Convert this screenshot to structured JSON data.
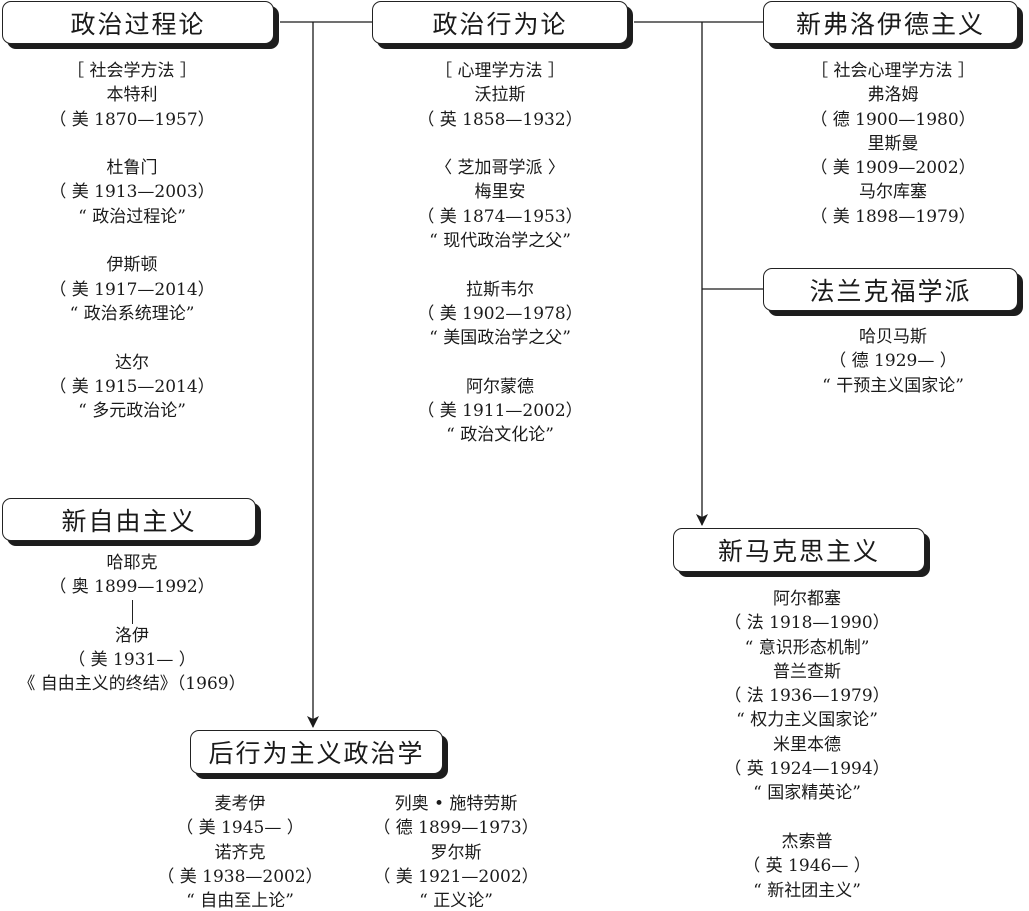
{
  "nodes": {
    "political_process": "政治过程论",
    "political_behavior": "政治行为论",
    "neo_freudian": "新弗洛伊德主义",
    "frankfurt": "法兰克福学派",
    "neo_liberalism": "新自由主义",
    "neo_marxism": "新马克思主义",
    "post_behavioral": "后行为主义政治学"
  },
  "political_process": {
    "method": "［ 社会学方法 ］",
    "people": [
      {
        "name": "本特利",
        "dates": "（ 美 1870—1957）"
      },
      {
        "name": "杜鲁门",
        "dates": "（ 美 1913—2003）",
        "work": "“ 政治过程论”"
      },
      {
        "name": "伊斯顿",
        "dates": "（ 美 1917—2014）",
        "work": "“ 政治系统理论”"
      },
      {
        "name": "达尔",
        "dates": "（ 美 1915—2014）",
        "work": "“ 多元政治论”"
      }
    ]
  },
  "political_behavior": {
    "method": "［ 心理学方法 ］",
    "people": [
      {
        "name": "沃拉斯",
        "dates": "（ 英 1858—1932）"
      },
      {
        "school": "〈 芝加哥学派 〉",
        "name": "梅里安",
        "dates": "（ 美 1874—1953）",
        "work": "“ 现代政治学之父”"
      },
      {
        "name": "拉斯韦尔",
        "dates": "（ 美 1902—1978）",
        "work": "“ 美国政治学之父”"
      },
      {
        "name": "阿尔蒙德",
        "dates": "（ 美 1911—2002）",
        "work": "“ 政治文化论”"
      }
    ]
  },
  "neo_freudian": {
    "method": "［ 社会心理学方法 ］",
    "people": [
      {
        "name": "弗洛姆",
        "dates": "（ 德 1900—1980）"
      },
      {
        "name": "里斯曼",
        "dates": "（ 美 1909—2002）"
      },
      {
        "name": "马尔库塞",
        "dates": "（ 美 1898—1979）"
      }
    ]
  },
  "frankfurt": {
    "people": [
      {
        "name": "哈贝马斯",
        "dates": "（ 德 1929— ）",
        "work": "“ 干预主义国家论”"
      }
    ]
  },
  "neo_liberalism": {
    "people": [
      {
        "name": "哈耶克",
        "dates": "（ 奥 1899—1992）"
      },
      {
        "name": "洛伊",
        "dates": "（ 美 1931— ）",
        "work": "《 自由主义的终结》（1969）"
      }
    ]
  },
  "neo_marxism": {
    "people": [
      {
        "name": "阿尔都塞",
        "dates": "（ 法 1918—1990）",
        "work": "“ 意识形态机制”"
      },
      {
        "name": "普兰查斯",
        "dates": "（ 法 1936—1979）",
        "work": "“ 权力主义国家论”"
      },
      {
        "name": "米里本德",
        "dates": "（ 英 1924—1994）",
        "work": "“ 国家精英论”"
      },
      {
        "name": "杰索普",
        "dates": "（ 英 1946— ）",
        "work": "“ 新社团主义”"
      }
    ]
  },
  "post_behavioral": {
    "left": [
      {
        "name": "麦考伊",
        "dates": "（ 美 1945— ）"
      },
      {
        "name": "诺齐克",
        "dates": "（ 美 1938—2002）",
        "work": "“ 自由至上论”"
      }
    ],
    "right": [
      {
        "name": "列奥 • 施特劳斯",
        "dates": "（ 德 1899—1973）"
      },
      {
        "name": "罗尔斯",
        "dates": "（ 美 1921—2002）",
        "work": "“ 正义论”"
      }
    ]
  }
}
